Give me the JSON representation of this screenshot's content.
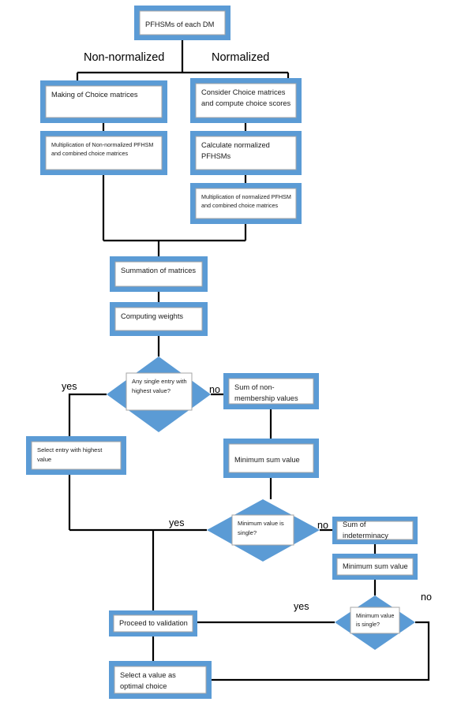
{
  "diagram": {
    "title": "PFHSM decision-making flowchart",
    "type": "flowchart",
    "colors": {
      "node_fill": "#5B9BD5",
      "node_inner": "#ffffff",
      "connector": "#000000",
      "text": "#1a1a1a"
    }
  },
  "branch_labels": {
    "left": "Non-normalized",
    "right": "Normalized"
  },
  "nodes": {
    "start": "PFHSMs of each DM",
    "left_1": "Making of Choice matrices",
    "left_2": "Multiplication of Non-normalized PFHSM and combined choice matrices",
    "right_1": "Consider Choice matrices and compute choice scores",
    "right_2": "Calculate normalized PFHSMs",
    "right_3": "Multiplication of normalized PFHSM and combined choice matrices",
    "summation": "Summation of matrices",
    "weights": "Computing weights",
    "decision_1": "Any single entry with highest value?",
    "select_highest": "Select entry with highest value",
    "sum_non_membership": "Sum of non-membership values",
    "min_sum_1": "Minimum sum value",
    "decision_2": "Minimum value is single?",
    "sum_indeterminacy": "Sum of indeterminacy",
    "min_sum_2": "Minimum sum value",
    "decision_3": "Minimum value is single?",
    "proceed_validation": "Proceed to validation",
    "select_optimal": "Select a value as optimal choice"
  },
  "edge_labels": {
    "d1_yes": "yes",
    "d1_no": "no",
    "d2_yes": "yes",
    "d2_no": "no",
    "d3_yes": "yes",
    "d3_no": "no"
  }
}
